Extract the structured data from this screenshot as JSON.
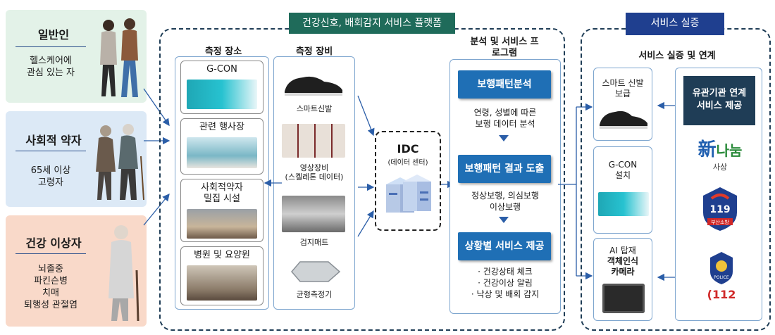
{
  "users": [
    {
      "title": "일반인",
      "desc": [
        "헬스케어에",
        "관심 있는 자"
      ],
      "color": "#e3f2e8"
    },
    {
      "title": "사회적 약자",
      "desc": [
        "65세 이상",
        "고령자"
      ],
      "color": "#dce9f6"
    },
    {
      "title": "건강 이상자",
      "desc": [
        "뇌졸중",
        "파킨슨병",
        "치매",
        "퇴행성 관절염"
      ],
      "color": "#f9d9c9"
    }
  ],
  "platform_tag": "건강신호, 배회감지 서비스 플랫폼",
  "service_tag": "서비스 실증",
  "places": {
    "heading": "측정 장소",
    "items": [
      "G-CON",
      "관련 행사장",
      "사회적약자\n밀집 시설",
      "병원 및 요양원"
    ]
  },
  "equipment": {
    "heading": "측정 장비",
    "items": [
      "스마트신발",
      "영상장비\n(스켈레톤 데이터)",
      "검지매트",
      "균형측정기"
    ]
  },
  "idc": {
    "title": "IDC",
    "subtitle": "(데이터 센터)"
  },
  "analysis": {
    "heading": "분석 및 서비스 프\n로그램",
    "steps": [
      {
        "label": "보행패턴분석",
        "desc": "연령, 성별에 따른\n보행 데이터 분석"
      },
      {
        "label": "보행패턴 결과 도출",
        "desc": "정상보행, 의심보행\n이상보행"
      },
      {
        "label": "상황별 서비스 제공",
        "desc": "· 건강상태 체크\n· 건강이상 알림\n· 낙상 및 배회 감지"
      }
    ]
  },
  "service": {
    "heading": "서비스 실증 및 연계",
    "items": [
      "스마트 신발\n보급",
      "G-CON\n설치",
      "AI 탑재\n객체인식\n카메라"
    ],
    "partner_title": "유관기관 연계\n서비스 제공",
    "partners": [
      "新나눔사상",
      "119 부산소방",
      "POLICE 112"
    ]
  },
  "colors": {
    "navy": "#1f3d56",
    "blue": "#1f6fb5",
    "teal": "#1f6b5a",
    "deepblue": "#1f3f8f"
  }
}
